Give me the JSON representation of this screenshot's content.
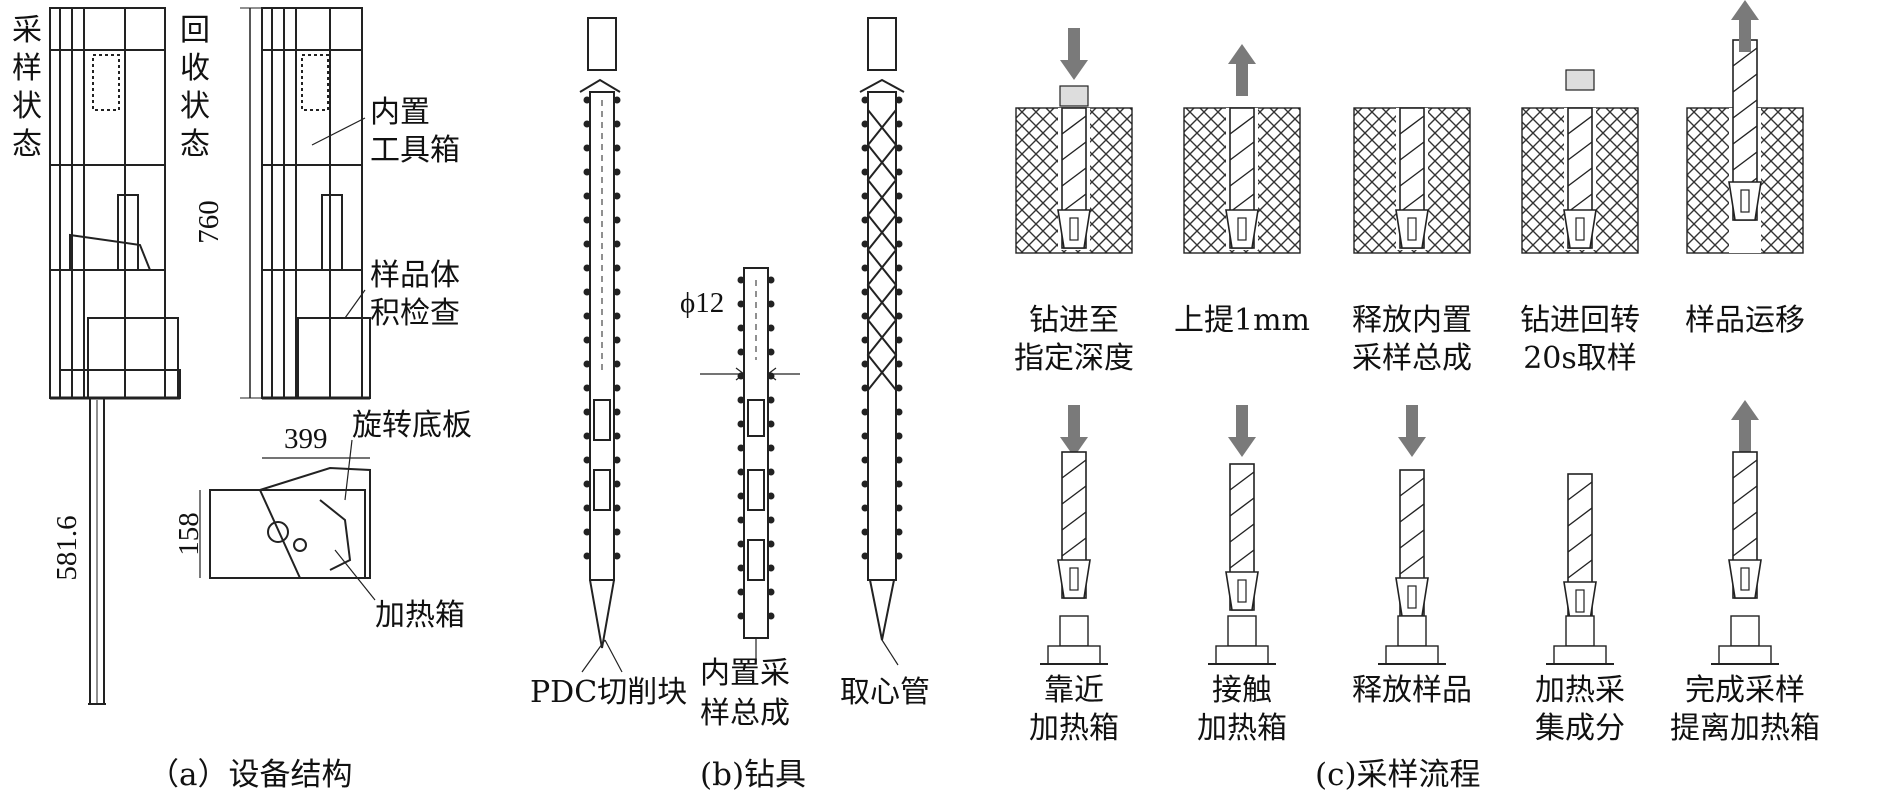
{
  "panel_a": {
    "caption": "（a）设备结构",
    "state_sampling": [
      "采",
      "样",
      "状",
      "态"
    ],
    "state_recovery": [
      "回",
      "收",
      "状",
      "态"
    ],
    "dim_height": "760",
    "dim_rod": "581.6",
    "dim_width": "399",
    "dim_plate": "158",
    "label_toolbox": [
      "内置",
      "工具箱"
    ],
    "label_volume": [
      "样品体",
      "积检查"
    ],
    "label_plate": "旋转底板",
    "label_heater": "加热箱"
  },
  "panel_b": {
    "caption": "(b)钻具",
    "dim_phi": "ϕ12",
    "label_pdc": "PDC切削块",
    "label_inner": [
      "内置采",
      "样总成"
    ],
    "label_core": "取心管"
  },
  "panel_c": {
    "caption": "(c)采样流程",
    "steps_top": [
      {
        "lines": [
          "钻进至",
          "指定深度"
        ],
        "arrow": "down"
      },
      {
        "lines": [
          "上提1mm"
        ],
        "arrow": "up"
      },
      {
        "lines": [
          "释放内置",
          "采样总成"
        ],
        "arrow": "none"
      },
      {
        "lines": [
          "钻进回转",
          "20s取样"
        ],
        "arrow": "none"
      },
      {
        "lines": [
          "样品运移"
        ],
        "arrow": "up"
      }
    ],
    "steps_bottom": [
      {
        "lines": [
          "靠近",
          "加热箱"
        ],
        "arrow": "down"
      },
      {
        "lines": [
          "接触",
          "加热箱"
        ],
        "arrow": "down"
      },
      {
        "lines": [
          "释放样品"
        ],
        "arrow": "down"
      },
      {
        "lines": [
          "加热采",
          "集成分"
        ],
        "arrow": "none"
      },
      {
        "lines": [
          "完成采样",
          "提离加热箱"
        ],
        "arrow": "up"
      }
    ]
  },
  "colors": {
    "line": "#222222",
    "arrow": "#7a7a7a",
    "hatch": "#333333"
  }
}
